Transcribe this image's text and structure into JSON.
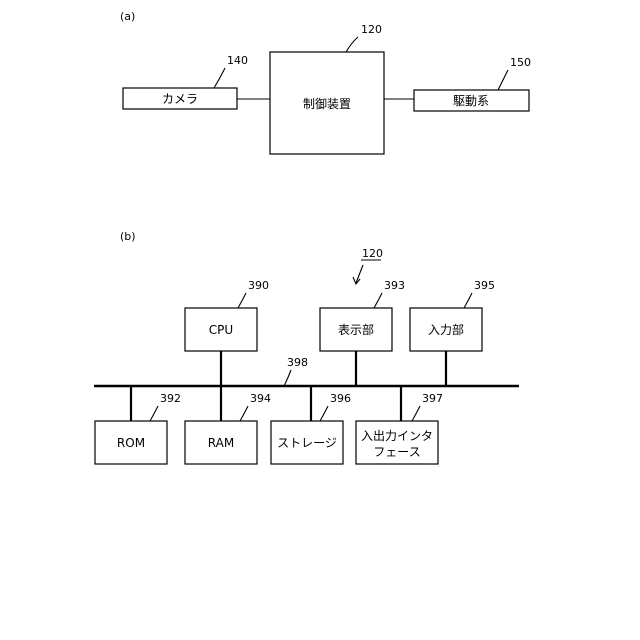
{
  "panel_a": {
    "label": "(a)",
    "control_device": {
      "ref": "120",
      "label": "制御装置"
    },
    "camera": {
      "ref": "140",
      "label": "カメラ"
    },
    "drive_system": {
      "ref": "150",
      "label": "駆動系"
    }
  },
  "panel_b": {
    "label": "(b)",
    "overall_ref": "120",
    "bus_ref": "398",
    "cpu": {
      "ref": "390",
      "label": "CPU"
    },
    "display": {
      "ref": "393",
      "label": "表示部"
    },
    "input": {
      "ref": "395",
      "label": "入力部"
    },
    "rom": {
      "ref": "392",
      "label": "ROM"
    },
    "ram": {
      "ref": "394",
      "label": "RAM"
    },
    "storage": {
      "ref": "396",
      "label": "ストレージ"
    },
    "io_interface": {
      "ref": "397",
      "label_line1": "入出力インタ",
      "label_line2": "フェース"
    }
  }
}
